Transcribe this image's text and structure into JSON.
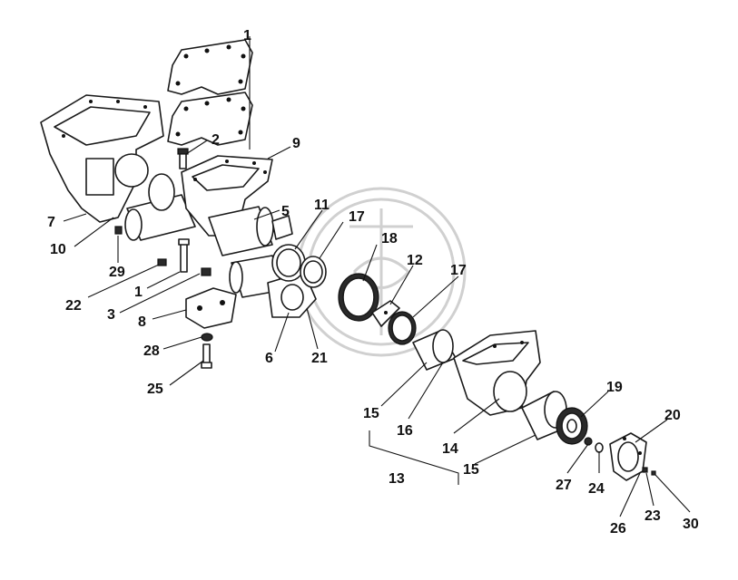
{
  "callouts": {
    "c1_top": "1",
    "c2": "2",
    "c9": "9",
    "c11": "11",
    "c17_a": "17",
    "c5": "5",
    "c7": "7",
    "c10": "10",
    "c18": "18",
    "c12": "12",
    "c17_b": "17",
    "c29": "29",
    "c22": "22",
    "c1": "1",
    "c3": "3",
    "c8": "8",
    "c6": "6",
    "c21": "21",
    "c28": "28",
    "c25": "25",
    "c19": "19",
    "c20": "20",
    "c15_a": "15",
    "c16": "16",
    "c14": "14",
    "c15_b": "15",
    "c13": "13",
    "c27": "27",
    "c24": "24",
    "c26": "26",
    "c23": "23",
    "c30": "30"
  }
}
